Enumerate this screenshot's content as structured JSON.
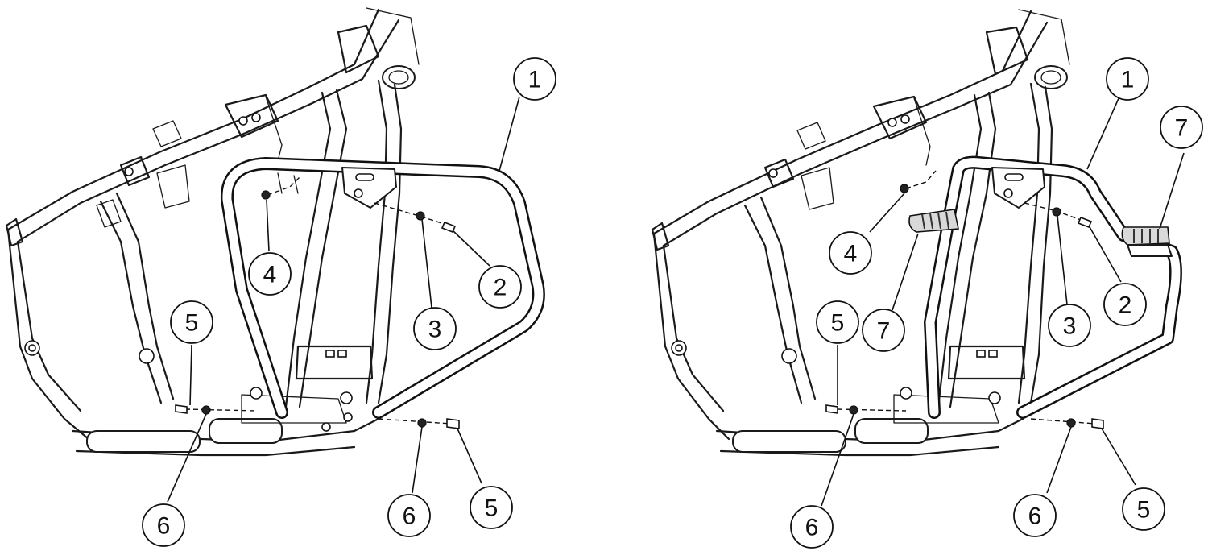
{
  "panels": [
    {
      "id": "left",
      "callouts": [
        {
          "label": "1"
        },
        {
          "label": "2"
        },
        {
          "label": "3"
        },
        {
          "label": "4"
        },
        {
          "label": "5"
        },
        {
          "label": "6"
        },
        {
          "label": "6"
        },
        {
          "label": "5"
        }
      ]
    },
    {
      "id": "right",
      "callouts": [
        {
          "label": "1"
        },
        {
          "label": "7"
        },
        {
          "label": "2"
        },
        {
          "label": "3"
        },
        {
          "label": "4"
        },
        {
          "label": "5"
        },
        {
          "label": "7"
        },
        {
          "label": "6"
        },
        {
          "label": "6"
        },
        {
          "label": "5"
        }
      ]
    }
  ]
}
